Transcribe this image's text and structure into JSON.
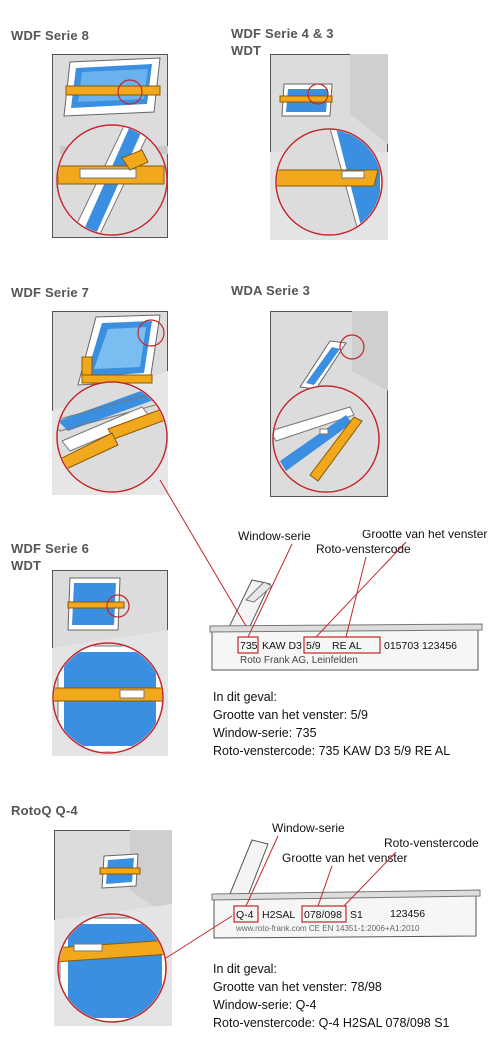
{
  "headings": {
    "serie8": {
      "line1": "WDF  Serie 8"
    },
    "serie43": {
      "line1": "WDF   Serie 4 & 3",
      "line2": "WDT"
    },
    "serie7": {
      "line1": "WDF  Serie 7"
    },
    "wda3": {
      "line1": "WDA  Serie 3"
    },
    "serie6": {
      "line1": "WDF  Serie 6",
      "line2": "WDT"
    },
    "rotoq": {
      "line1": "RotoQ Q-4"
    }
  },
  "plate1": {
    "label_window_serie": "Window-serie",
    "label_grootte": "Grootte van het venster",
    "label_roto_code": "Roto-venstercode",
    "code_serie": "735",
    "code_kaw": "KAW D3",
    "code_size": "5/9",
    "code_re": "RE AL",
    "code_number": "015703 123456",
    "manufacturer": "Roto Frank AG, Leinfelden"
  },
  "note1": {
    "line1": "In dit geval:",
    "line2": "Grootte van het venster:   5/9",
    "line3": "Window-serie:  735",
    "line4": "Roto-venstercode: 735 KAW D3 5/9 RE AL"
  },
  "plate2": {
    "label_window_serie": "Window-serie",
    "label_grootte": "Grootte van het venster",
    "label_roto_code": "Roto-venstercode",
    "code_serie": "Q-4",
    "code_h2sal": "H2SAL",
    "code_size": "078/098",
    "code_s1": "S1",
    "code_number": "123456",
    "small_print": "www.roto-frank.com   CE  EN 14351-1:2006+A1:2010"
  },
  "note2": {
    "line1": "In dit geval:",
    "line2": "Grootte van het venster: 78/98",
    "line3": "Window-serie: Q-4",
    "line4": "Roto-venstercode: Q-4 H2SAL 078/098 S1"
  },
  "colors": {
    "wall": "#dcdcdc",
    "glass": "#3a8fe0",
    "handle": "#f2a81c",
    "magnifier": "#c0272d",
    "pointer": "#c0272d",
    "frame": "#ffffff"
  }
}
